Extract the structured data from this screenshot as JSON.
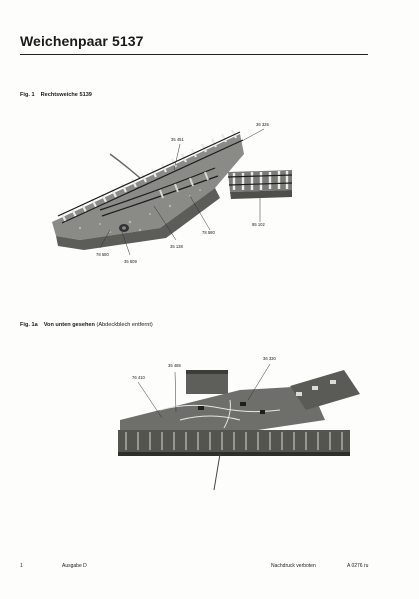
{
  "header": {
    "title": "Weichenpaar 5137"
  },
  "figures": [
    {
      "number": "Fig. 1",
      "name": "Rechtsweiche 5139",
      "note": "",
      "callouts": [
        "36 326",
        "35 451",
        "78 580",
        "95 102",
        "35 138",
        "78 580",
        "35 609"
      ]
    },
    {
      "number": "Fig. 1a",
      "name": "Von unten gesehen",
      "note": "(Abdeckblech entfernt)",
      "callouts": [
        "36 330",
        "35 485",
        "76 410"
      ]
    }
  ],
  "footer": {
    "page": "1",
    "edition": "Ausgabe D",
    "rights": "Nachdruck verboten",
    "code": "A 0276 ru"
  }
}
